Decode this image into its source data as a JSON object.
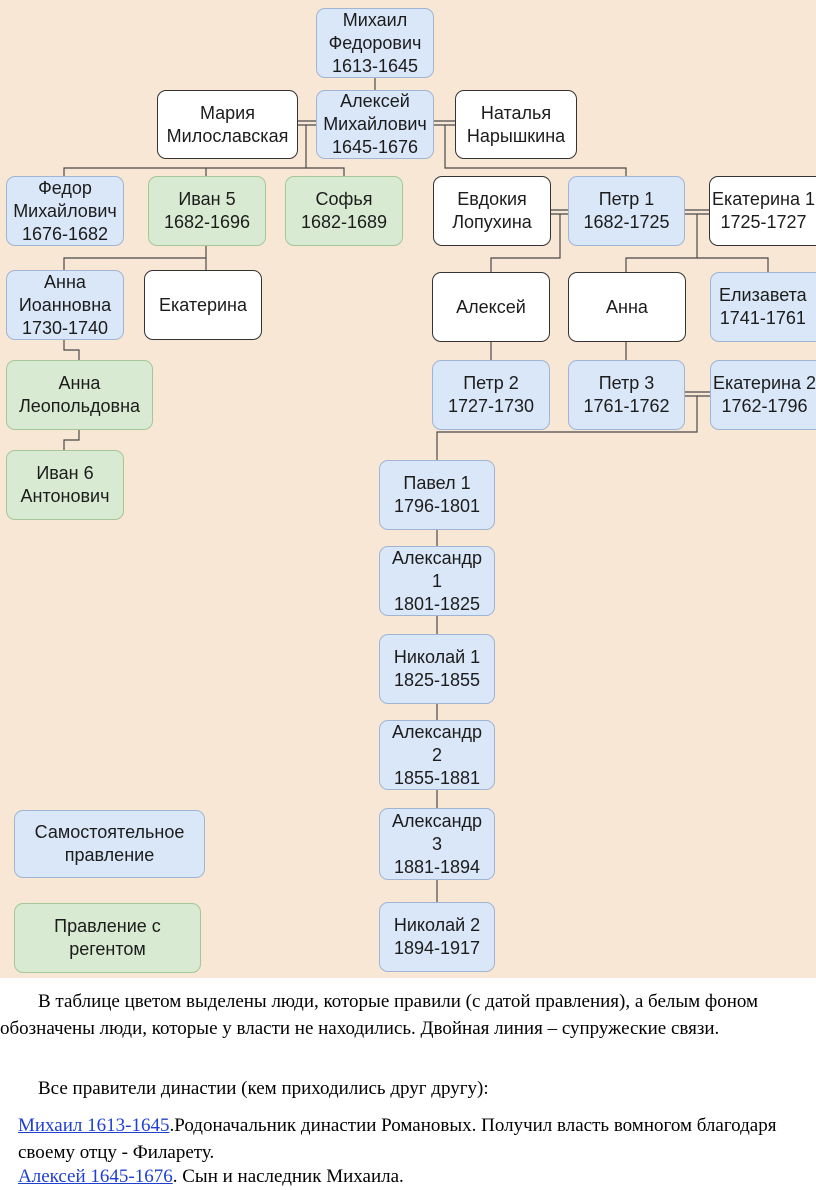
{
  "diagram": {
    "nodes": {
      "mikhail": "Михаил\nФедорович\n1613-1645",
      "maria": "Мария\nМилославская",
      "aleksei": "Алексей\nМихайлович\n1645-1676",
      "natalia": "Наталья\nНарышкина",
      "fedor": "Федор\nМихайлович\n1676-1682",
      "ivan5": "Иван 5\n1682-1696",
      "sofia": "Софья\n1682-1689",
      "evdokia": "Евдокия\nЛопухина",
      "petr1": "Петр 1\n1682-1725",
      "ekaterina1": "Екатерина 1\n1725-1727",
      "anna_ioannovna": "Анна\nИоанновна\n1730-1740",
      "ekaterina_iv": "Екатерина",
      "aleksei_petr": "Алексей",
      "anna_petr": "Анна",
      "elizaveta": "Елизавета\n1741-1761",
      "anna_leopoldovna": "Анна\nЛеопольдовна",
      "petr2": "Петр 2\n1727-1730",
      "petr3": "Петр 3\n1761-1762",
      "ekaterina2": "Екатерина 2\n1762-1796",
      "ivan6": "Иван 6\nАнтонович",
      "pavel1": "Павел 1\n1796-1801",
      "aleksandr1": "Александр\n1\n1801-1825",
      "nikolai1": "Николай 1\n1825-1855",
      "aleksandr2": "Александр\n2\n1855-1881",
      "aleksandr3": "Александр\n3\n1881-1894",
      "nikolai2": "Николай 2\n1894-1917"
    },
    "legend": {
      "self_rule": "Самостоятельное\nправление",
      "regent_rule": "Правление с\nрегентом"
    },
    "colors": {
      "background": "#f9e7d5",
      "self_rule": "#dae7f8",
      "regent_rule": "#d8ead2",
      "not_in_power": "#ffffff"
    }
  },
  "text": {
    "para1": "В таблице цветом выделены люди, которые правили (с датой правления), а белым фоном обозначены люди, которые у власти не находились. Двойная линия – супружеские связи.",
    "para2": "Все правители династии (кем приходились друг другу):",
    "item1_link": "Михаил 1613-1645",
    "item1_text": ".Родоначальник династии Романовых. Получил власть вомногом благодаря своему отцу - Филарету.",
    "item2_link": "Алексей 1645-1676",
    "item2_text": ". Сын и наследник Михаила."
  }
}
